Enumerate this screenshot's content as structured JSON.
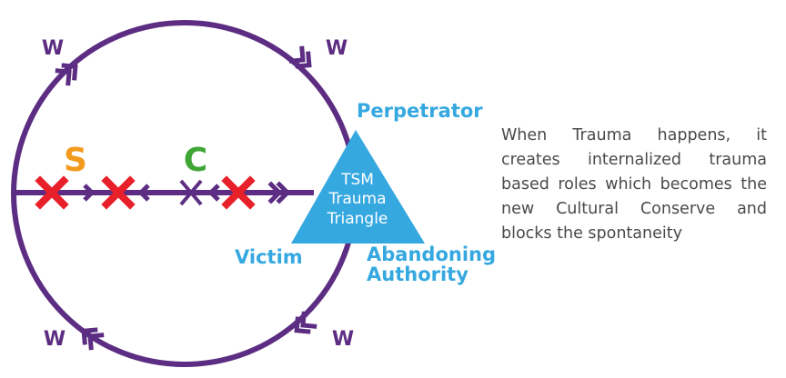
{
  "colors": {
    "circle": "#5c2d82",
    "red_x": "#e8202a",
    "purple_x": "#5c2d82",
    "s_letter": "#f39b1e",
    "c_letter": "#3fa535",
    "triangle": "#35a8e0",
    "triangle_text": "#ffffff",
    "role_labels": "#35a8e0",
    "body_text": "#4a4a4a"
  },
  "icons": [
    "double-arrow-icon",
    "red-x-icon",
    "purple-x-icon"
  ],
  "w_labels": {
    "top_left": "W",
    "top_right": "W",
    "bottom_left": "W",
    "bottom_right": "W"
  },
  "letters": {
    "s": "S",
    "c": "C"
  },
  "triangle": {
    "line1": "TSM",
    "line2": "Trauma",
    "line3": "Triangle"
  },
  "roles": {
    "perpetrator": "Perpetrator",
    "victim": "Victim",
    "abandoning_line1": "Abandoning",
    "abandoning_line2": "Authority"
  },
  "description": "When Trauma happens, it creates internalized trauma based roles which becomes the new Cultural Conserve and blocks the spontaneity"
}
